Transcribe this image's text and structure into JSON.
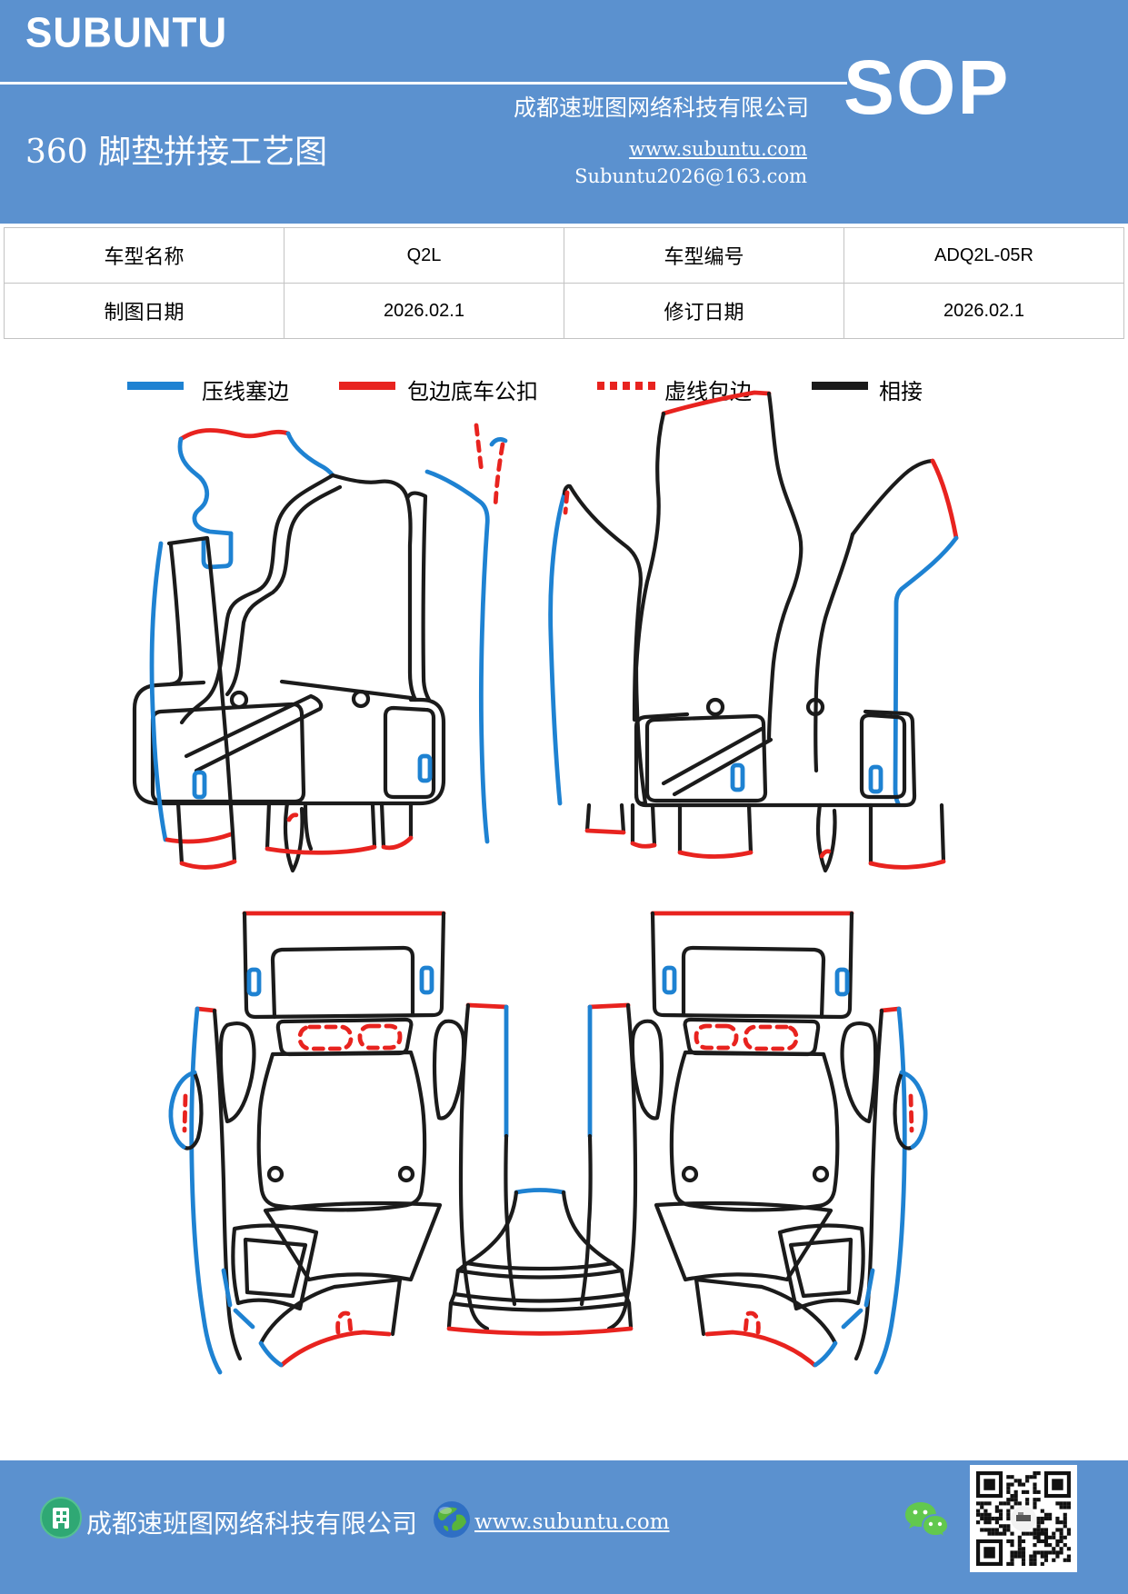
{
  "header": {
    "brand": "SUBUNTU",
    "company": "成都速班图网络科技有限公司",
    "doc_type": "SOP",
    "title": "360 脚垫拼接工艺图",
    "website": "www.subuntu.com",
    "email": "Subuntu2026@163.com"
  },
  "info_table": {
    "rows": [
      {
        "cells": [
          "车型名称",
          "Q2L",
          "车型编号",
          "ADQ2L-05R"
        ]
      },
      {
        "cells": [
          "制图日期",
          "2026.02.1",
          "修订日期",
          "2026.02.1"
        ]
      }
    ]
  },
  "legend": {
    "items": [
      {
        "label": "压线塞边",
        "color": "#1e82d2",
        "style": "solid"
      },
      {
        "label": "包边底车公扣",
        "color": "#e8231f",
        "style": "solid"
      },
      {
        "label": "虚线包边",
        "color": "#e8231f",
        "style": "dashed"
      },
      {
        "label": "相接",
        "color": "#1b1b1b",
        "style": "solid"
      }
    ]
  },
  "diagram": {
    "description": "360 floor-mat splicing pattern: front-left mat set, front-right mat set, rear-left mat set, rear-right mat set and center tunnel piece",
    "line_meanings": {
      "blue": "压线塞边",
      "red": "包边底车公扣",
      "red_dashed": "虚线包边",
      "black": "相接"
    }
  },
  "footer": {
    "company": "成都速班图网络科技有限公司",
    "website": "www.subuntu.com"
  },
  "colors": {
    "header_bg": "#5b91cf",
    "footer_bg": "#5b91cf",
    "line_blue": "#1e82d2",
    "line_red": "#e8231f",
    "line_black": "#1b1b1b",
    "table_border": "#c3c3c3",
    "building_icon_green": "#2fa874",
    "wechat_green": "#62c84e"
  }
}
